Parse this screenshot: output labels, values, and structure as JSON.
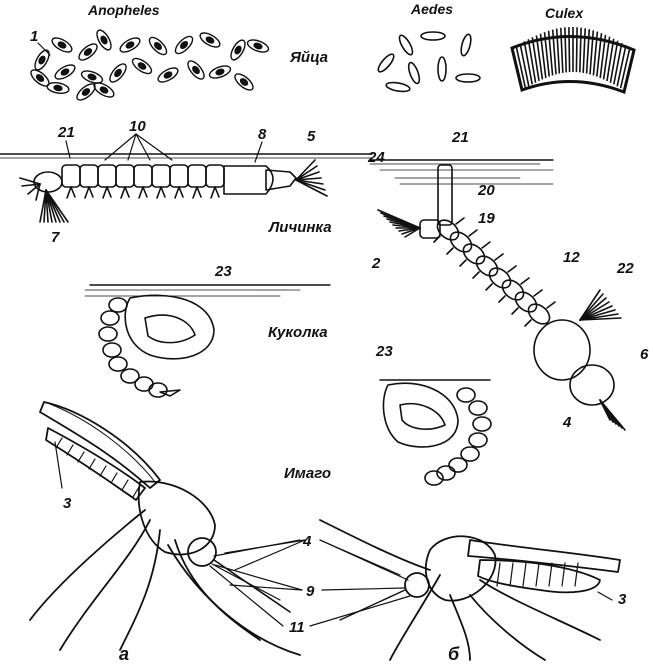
{
  "genus": {
    "anopheles": "Anopheles",
    "aedes": "Aedes",
    "culex": "Culex"
  },
  "stages": {
    "eggs": "Яйца",
    "larva": "Личинка",
    "pupa": "Куколка",
    "imago": "Имаго"
  },
  "variants": {
    "a": "а",
    "b": "б"
  },
  "numbers": {
    "n1": "1",
    "n2": "2",
    "n3a": "3",
    "n3b": "3",
    "n4a": "4",
    "n4b": "4",
    "n5": "5",
    "n6": "6",
    "n7": "7",
    "n8": "8",
    "n9": "9",
    "n10": "10",
    "n11": "11",
    "n12": "12",
    "n19": "19",
    "n20": "20",
    "n21a": "21",
    "n21b": "21",
    "n22": "22",
    "n23a": "23",
    "n23b": "23",
    "n24": "24"
  }
}
